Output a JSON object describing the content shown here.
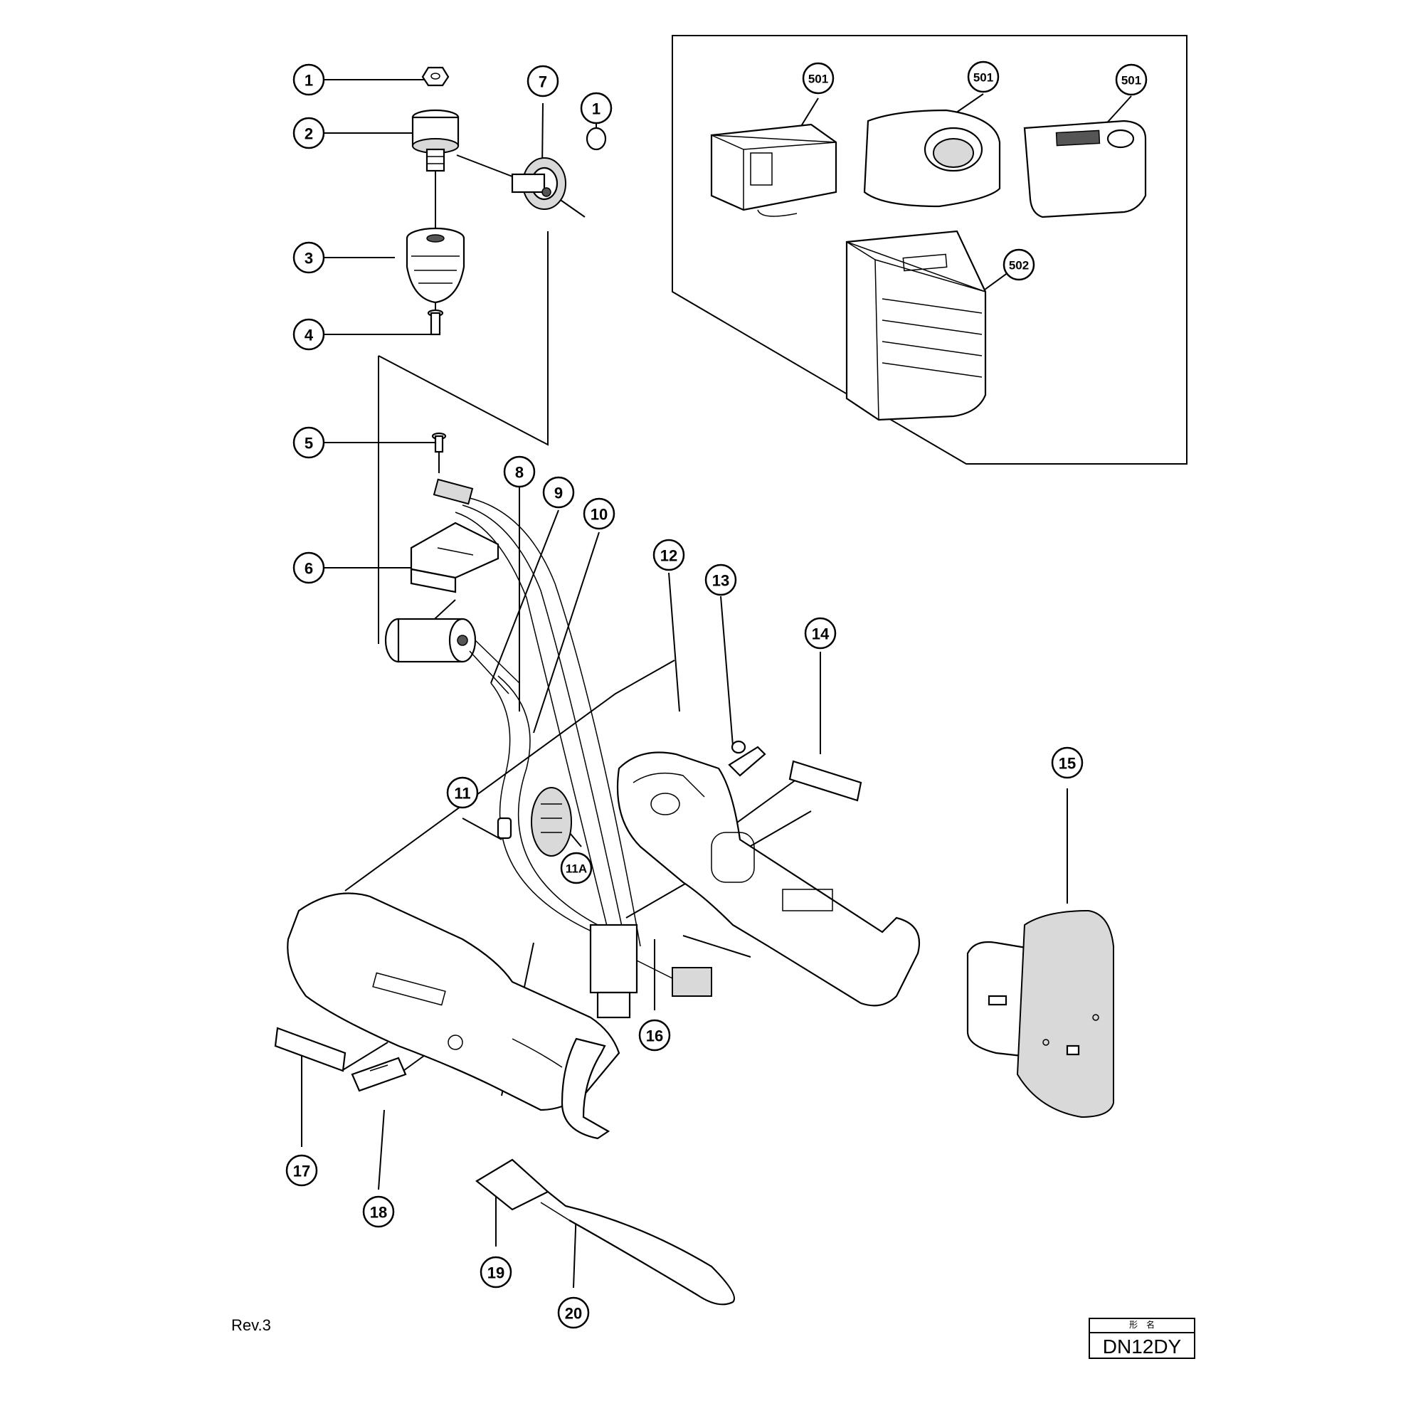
{
  "callouts": [
    {
      "label": "1"
    },
    {
      "label": "2"
    },
    {
      "label": "7"
    },
    {
      "label": "1"
    },
    {
      "label": "3"
    },
    {
      "label": "4"
    },
    {
      "label": "5"
    },
    {
      "label": "8"
    },
    {
      "label": "9"
    },
    {
      "label": "10"
    },
    {
      "label": "6"
    },
    {
      "label": "12"
    },
    {
      "label": "13"
    },
    {
      "label": "14"
    },
    {
      "label": "11"
    },
    {
      "label": "11A"
    },
    {
      "label": "15"
    },
    {
      "label": "16"
    },
    {
      "label": "17"
    },
    {
      "label": "18"
    },
    {
      "label": "19"
    },
    {
      "label": "20"
    },
    {
      "label": "501"
    },
    {
      "label": "501"
    },
    {
      "label": "501"
    },
    {
      "label": "502"
    }
  ],
  "footer": {
    "revision": "Rev.3",
    "model_header": "形　名",
    "model_name": "DN12DY"
  }
}
